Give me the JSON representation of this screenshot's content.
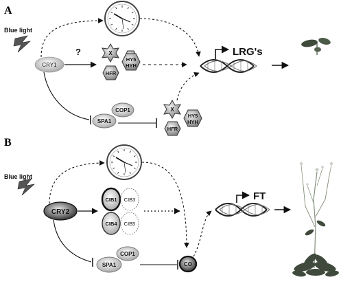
{
  "panelA": {
    "letter": "A",
    "input": "Blue light",
    "receptor": "CRY1",
    "unknown_mark": "?",
    "x": "X",
    "hy5": "HY5",
    "hyh": "HYH",
    "hfr": "HFR",
    "cop1": "COP1",
    "spa1": "SPA1",
    "x2": "X",
    "hy5_2": "HY5",
    "hyh_2": "HYH",
    "hfr_2": "HFR",
    "target": "LRG's"
  },
  "panelB": {
    "letter": "B",
    "input": "Blue light",
    "receptor": "CRY2",
    "cib1": "CIB1",
    "cib3": "CIB3",
    "cib4": "CIB4",
    "cib5": "CIB5",
    "cop1": "COP1",
    "spa1": "SPA1",
    "co": "CO",
    "target": "FT"
  },
  "colors": {
    "ink": "#111111",
    "hex": "#7a7a7a",
    "plant": "#3f4a3c"
  },
  "icons": [
    "clock-icon",
    "lightning-icon",
    "dna-helix-icon",
    "seedling-image",
    "flowering-plant-image"
  ]
}
